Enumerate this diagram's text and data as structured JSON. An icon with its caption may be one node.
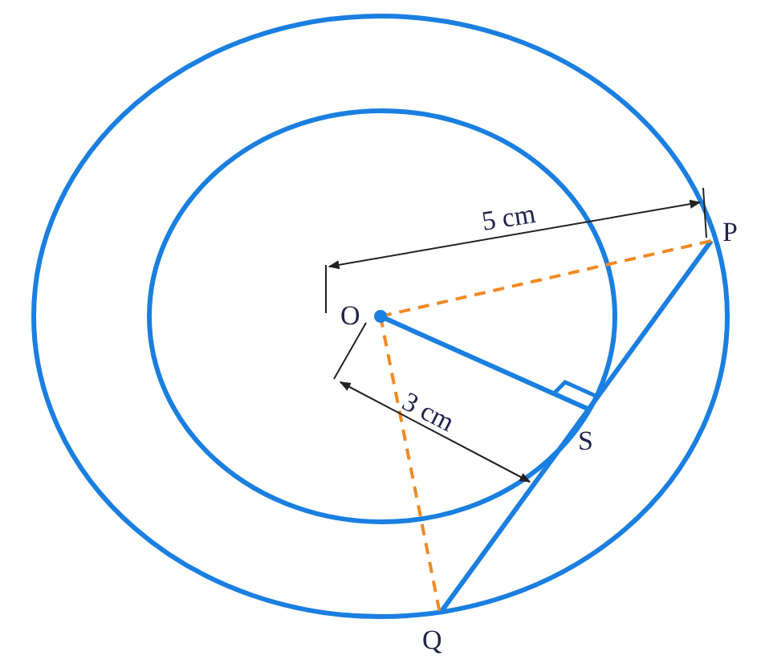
{
  "diagram": {
    "labels": [
      "5 cm",
      "O",
      "P",
      "3 cm",
      "S",
      "Q"
    ]
  }
}
